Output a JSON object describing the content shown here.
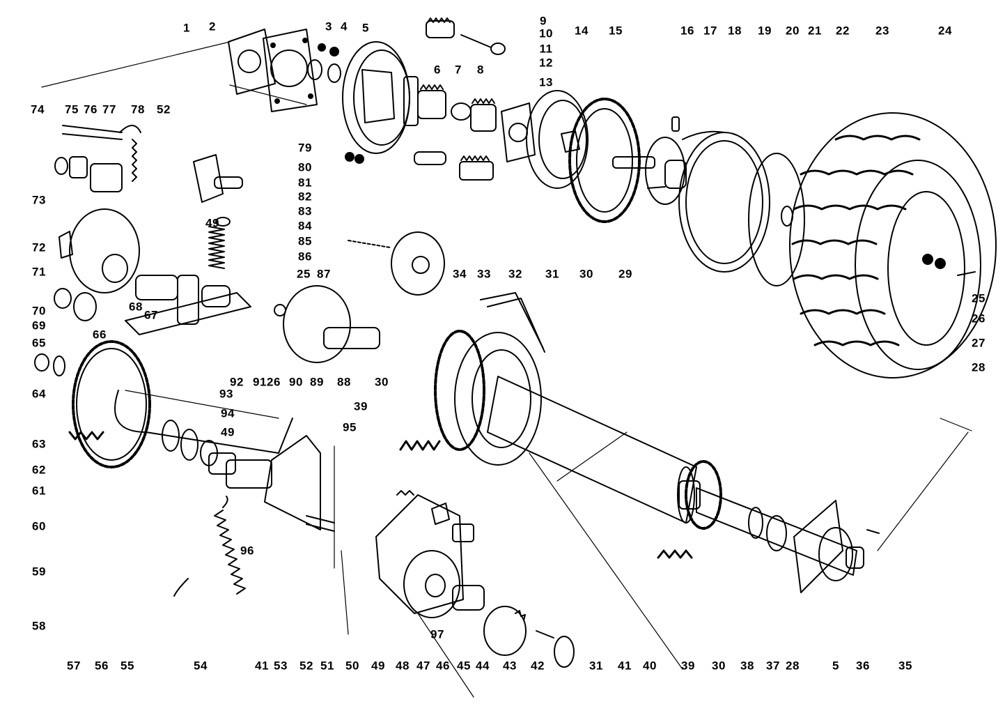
{
  "diagram": {
    "type": "exploded parts diagram",
    "colors": {
      "ink": "#000000",
      "paper": "#ffffff"
    },
    "labels": [
      "1",
      "2",
      "3",
      "4",
      "5",
      "9",
      "10",
      "11",
      "12",
      "6",
      "7",
      "8",
      "13",
      "14",
      "15",
      "16",
      "17",
      "18",
      "19",
      "20",
      "21",
      "22",
      "23",
      "24",
      "74",
      "75",
      "76",
      "77",
      "78",
      "52",
      "79",
      "80",
      "81",
      "82",
      "83",
      "84",
      "85",
      "86",
      "49",
      "73",
      "72",
      "71",
      "70",
      "69",
      "68",
      "67",
      "66",
      "65",
      "64",
      "63",
      "62",
      "61",
      "60",
      "59",
      "58",
      "25",
      "87",
      "33",
      "34",
      "32",
      "31",
      "30",
      "29",
      "26",
      "90",
      "89",
      "88",
      "91",
      "92",
      "93",
      "94",
      "49",
      "30",
      "39",
      "95",
      "96",
      "41",
      "53",
      "52",
      "51",
      "50",
      "49",
      "48",
      "47",
      "46",
      "45",
      "44",
      "43",
      "42",
      "97",
      "57",
      "56",
      "55",
      "54",
      "31",
      "41",
      "40",
      "39",
      "30",
      "38",
      "37",
      "28",
      "5",
      "36",
      "35",
      "25",
      "26",
      "27",
      "28"
    ]
  }
}
